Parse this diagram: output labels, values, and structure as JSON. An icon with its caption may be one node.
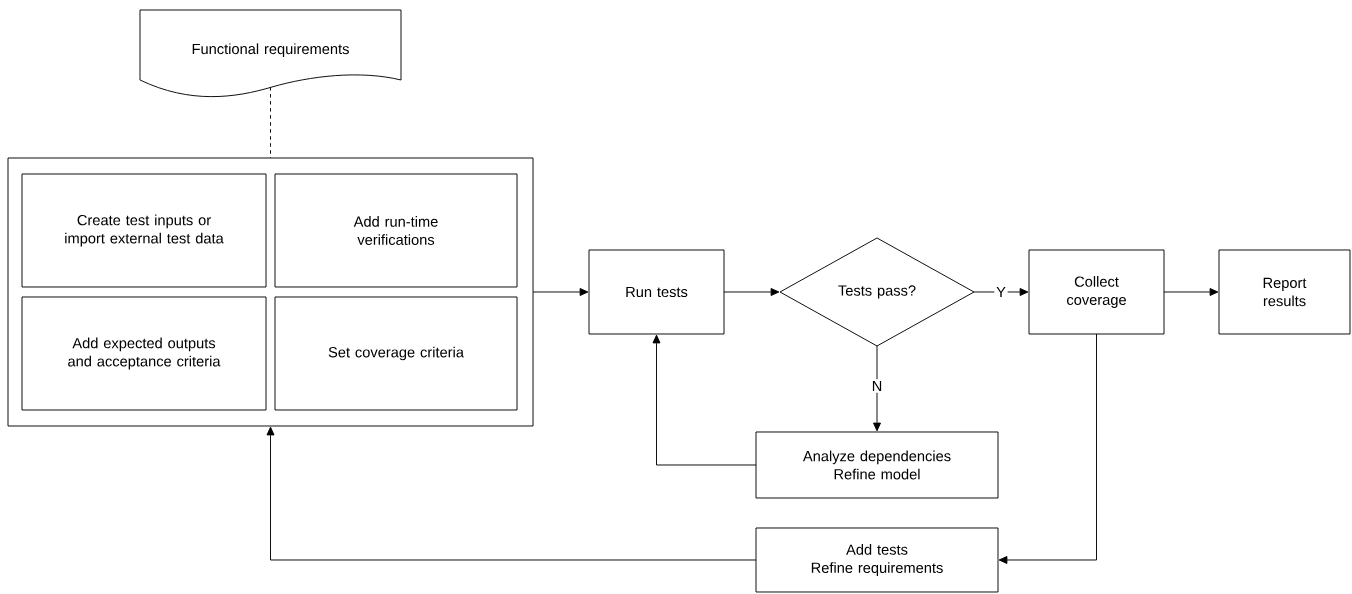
{
  "diagram": {
    "nodes": [
      {
        "text": [
          "Functional requirements"
        ]
      },
      {
        "text": [],
        "shape": "box"
      },
      {
        "text": [
          "Create test inputs or import external test data"
        ],
        "in": 1
      },
      {
        "text": [
          "Add run-time verifications"
        ],
        "in": 1
      },
      {
        "text": [
          "Add expected outputs and acceptance criteria"
        ],
        "in": 1
      },
      {
        "text": [
          "Set coverage criteria"
        ],
        "in": 1
      },
      {
        "text": [
          "Run tests"
        ]
      },
      {
        "text": [
          "Tests pass?"
        ]
      },
      {
        "text": [
          "Collect coverage"
        ]
      },
      {
        "text": [
          "Report results"
        ]
      },
      {
        "text": [
          "Analyze dependencies",
          "Refine model"
        ]
      },
      {
        "text": [
          "Add tests",
          "Refine requirements"
        ]
      }
    ],
    "edges": [
      {
        "from": 0,
        "to": 1,
        "arrow": "none",
        "style": "dashed"
      },
      {
        "from": 1,
        "to": 6,
        "arrow": "to"
      },
      {
        "from": 6,
        "to": 7,
        "arrow": "to"
      },
      {
        "from": 7,
        "to": 8,
        "arrow": "to",
        "label": "Y"
      },
      {
        "from": 8,
        "to": 9,
        "arrow": "to"
      },
      {
        "from": 7,
        "to": 10,
        "arrow": "to",
        "label": "N"
      },
      {
        "from": 10,
        "to": 6,
        "arrow": "to"
      },
      {
        "from": 8,
        "to": 11,
        "arrow": "to"
      },
      {
        "from": 11,
        "to": 1,
        "arrow": "to"
      }
    ]
  }
}
